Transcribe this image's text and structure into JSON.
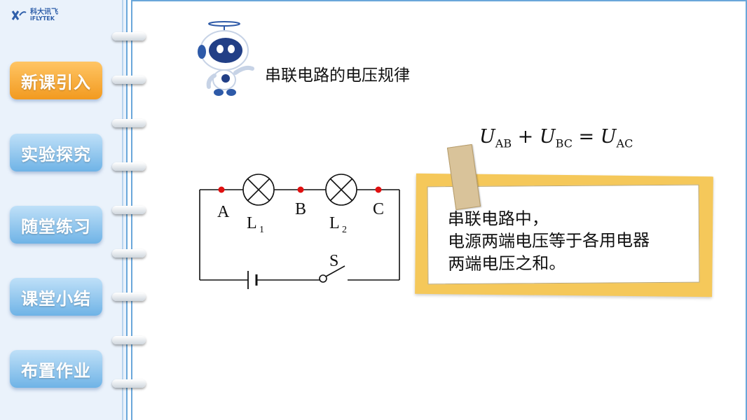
{
  "logo": {
    "cn": "科大讯飞",
    "en": "iFLYTEK"
  },
  "nav": [
    {
      "label": "新课引入",
      "active": true
    },
    {
      "label": "实验探究",
      "active": false
    },
    {
      "label": "随堂练习",
      "active": false
    },
    {
      "label": "课堂小结",
      "active": false
    },
    {
      "label": "布置作业",
      "active": false
    }
  ],
  "title": "串联电路的电压规律",
  "formula": {
    "u": "U",
    "sub_ab": "AB",
    "sub_bc": "BC",
    "sub_ac": "AC",
    "plus": "+",
    "eq": "="
  },
  "circuit": {
    "label_a": "A",
    "label_b": "B",
    "label_c": "C",
    "l": "L",
    "l1_sub": "1",
    "l2_sub": "2",
    "s": "S"
  },
  "note": {
    "line1": "串联电路中，",
    "line2": "电源两端电压等于各用电器",
    "line3": "两端电压之和。"
  },
  "colors": {
    "active": "#f29a20",
    "nav": "#6fb3e6",
    "note_frame": "#f5c85a",
    "node": "#e01010"
  }
}
